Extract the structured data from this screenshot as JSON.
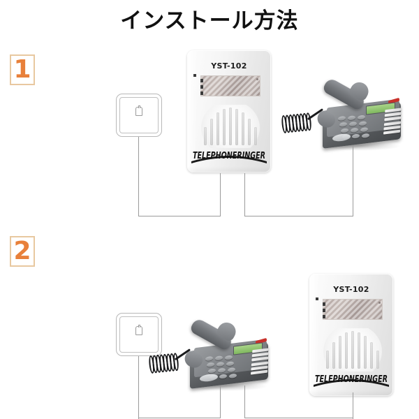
{
  "page": {
    "title": "インストール方法",
    "background_color": "#ffffff"
  },
  "colors": {
    "badge_number": "#e8803a",
    "badge_border": "#e8c8a0",
    "wire": "#9a9a9a",
    "walljack_outline": "#b8b8b8",
    "device_body": "#f2f2f2",
    "phone_body": "#6a6d70",
    "phone_lcd": "#8fc46a",
    "phone_accent_red": "#c8312b",
    "title_text": "#111111"
  },
  "steps": [
    {
      "number": "1",
      "badge_name": "step-1-badge",
      "devices": {
        "wall_jack": {
          "label": "wall-telephone-jack"
        },
        "ringer": {
          "model": "YST-102",
          "brand": "TELEPHONERINGER",
          "label": "telephone-ringer-device"
        },
        "telephone": {
          "label": "desk-telephone"
        }
      },
      "wiring": "wall jack → ringer left port; ringer right port → telephone"
    },
    {
      "number": "2",
      "badge_name": "step-2-badge",
      "devices": {
        "wall_jack": {
          "label": "wall-telephone-jack"
        },
        "telephone": {
          "label": "desk-telephone"
        },
        "ringer": {
          "model": "YST-102",
          "brand": "TELEPHONERINGER",
          "label": "telephone-ringer-device"
        }
      },
      "wiring": "wall jack → telephone; telephone → ringer"
    }
  ]
}
